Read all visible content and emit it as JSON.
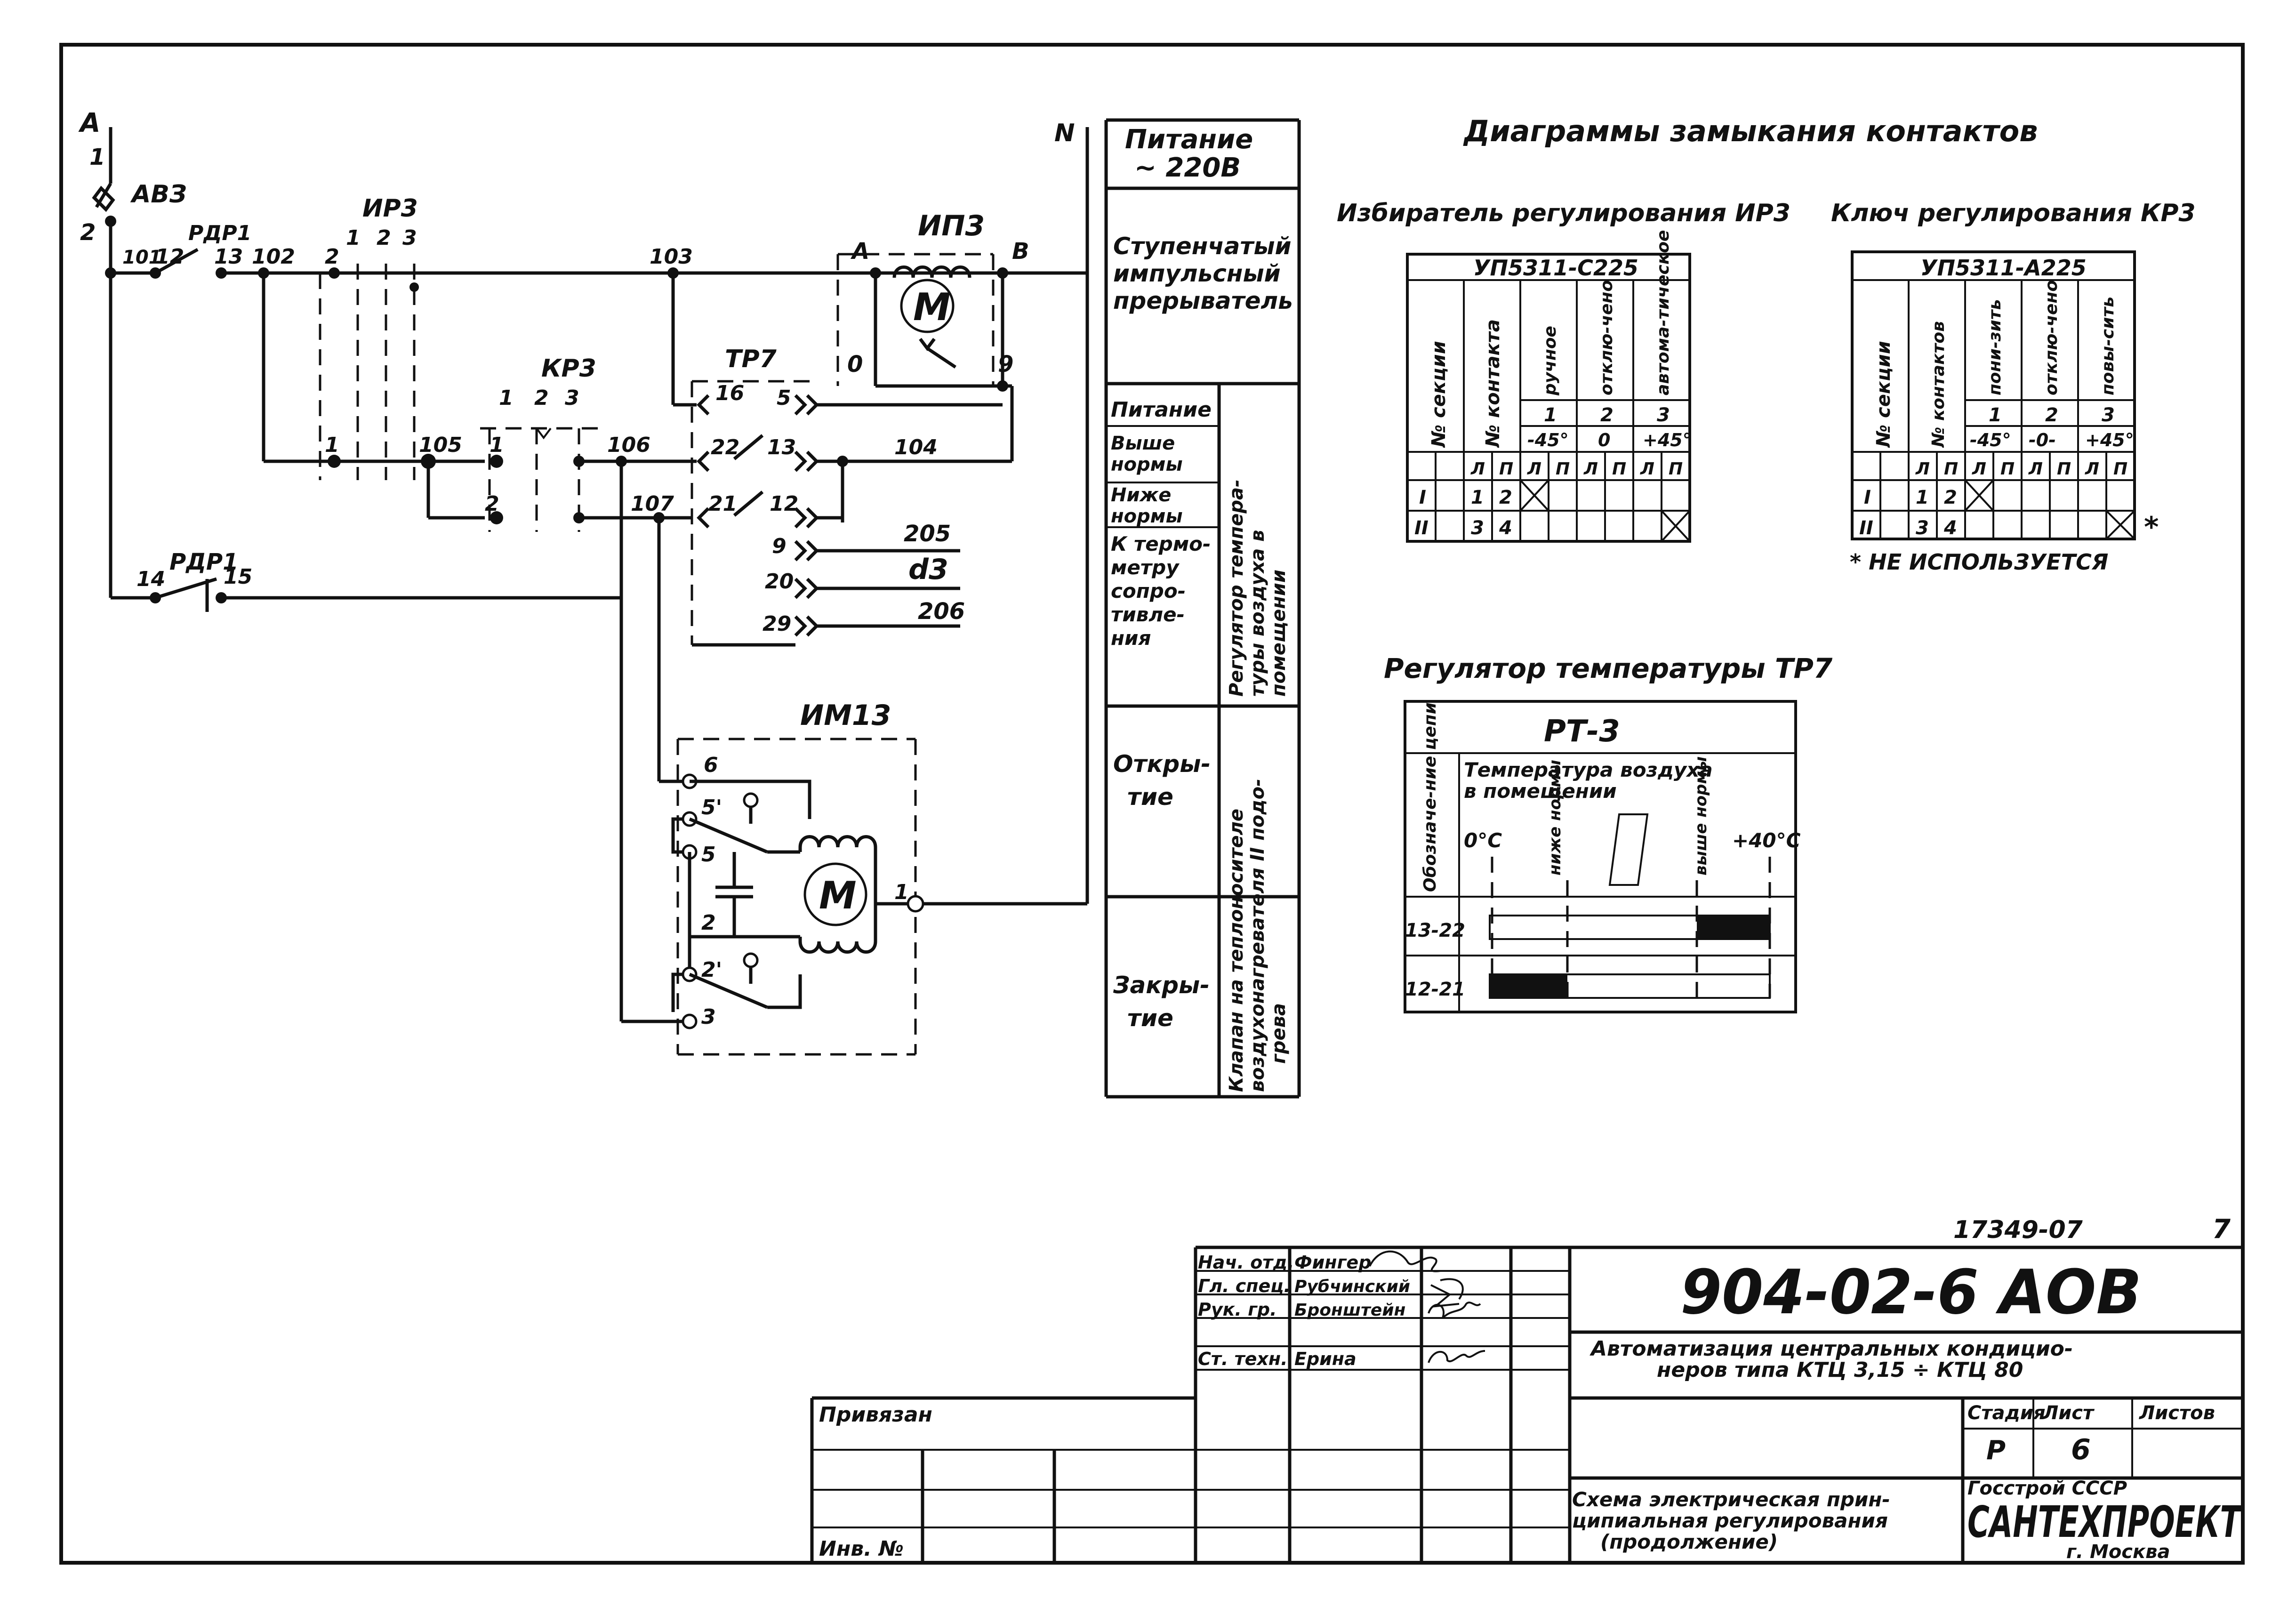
{
  "schematic": {
    "labels": {
      "phase_a": "A",
      "phase_a_num": "1",
      "breaker_av3": "АВЗ",
      "breaker_num": "2",
      "rdr1_top": "РДР1",
      "rdr1_bottom": "РДР1",
      "wire_101": "101",
      "wire_12": "12",
      "wire_13": "13",
      "wire_102": "102",
      "ir3": "ИР3",
      "ir3_1": "1",
      "ir3_2": "2",
      "ir3_3": "3",
      "wire_2": "2",
      "wire_103": "103",
      "wire_105": "105",
      "wire_1": "1",
      "neutral": "N",
      "ip3": "ИП3",
      "ip3_a": "А",
      "ip3_b": "В",
      "ip3_0": "0",
      "ip3_9": "9",
      "kr3": "КР3",
      "kr3_1": "1",
      "kr3_2": "2",
      "kr3_3": "3",
      "kr3_in1": "1",
      "kr3_in2": "2",
      "wire_106": "106",
      "wire_107": "107",
      "tr7": "ТР7",
      "tr7_16": "16",
      "tr7_22": "22",
      "tr7_21": "21",
      "tr7_5": "5",
      "tr7_13": "13",
      "tr7_12": "12",
      "tr7_9": "9",
      "tr7_20": "20",
      "tr7_29": "29",
      "wire_104": "104",
      "wire_205": "205",
      "wire_d3": "d3",
      "wire_206": "206",
      "rdr1_14": "14",
      "rdr1_15": "15",
      "im13": "ИМ13",
      "im13_6": "6",
      "im13_5p": "5'",
      "im13_5": "5",
      "im13_2": "2",
      "im13_2p": "2'",
      "im13_3": "3",
      "im13_1": "1",
      "motor": "M"
    },
    "side_column": {
      "power_supply": [
        "Питание",
        "~ 220В"
      ],
      "stepper": [
        "Ступенчатый",
        "импульсный",
        "прерыватель"
      ],
      "regulator_rows": [
        [
          "Питание"
        ],
        [
          "Выше",
          "нормы"
        ],
        [
          "Ниже",
          "нормы"
        ],
        [
          "К термо-",
          "метру",
          "сопро-",
          "тивле-",
          "ния"
        ]
      ],
      "regulator_title": [
        "Регулятор темпера-",
        "туры воздуха в",
        "помещении"
      ],
      "valve_rows": [
        [
          "Откры-",
          "тие"
        ],
        [
          "Закры-",
          "тие"
        ]
      ],
      "valve_title": [
        "Клапан на теплоносителе",
        "воздухонагревателя II подо-",
        "грева"
      ]
    }
  },
  "diagrams": {
    "title": "Диаграммы замыкания контактов",
    "selector_ir3": {
      "title": "Избиратель регулирования ИР3",
      "model": "УП5311-С225",
      "col_section": "№ секции",
      "col_contact": "№ контакта",
      "positions": [
        "ручное",
        "отклю-чено",
        "автома-тическое"
      ],
      "position_nums": [
        "1",
        "2",
        "3"
      ],
      "angles": [
        "-45°",
        "0",
        "+45°"
      ],
      "lr": [
        "Л",
        "П"
      ],
      "rows": [
        {
          "section": "I",
          "contacts": [
            "1",
            "2"
          ]
        },
        {
          "section": "II",
          "contacts": [
            "3",
            "4"
          ]
        }
      ]
    },
    "key_kr3": {
      "title": "Ключ регулирования КР3",
      "model": "УП5311-А225",
      "col_section": "№ секции",
      "col_contact": "№ контактов",
      "positions": [
        "пони-зить",
        "отклю-чено",
        "повы-сить"
      ],
      "position_nums": [
        "1",
        "2",
        "3"
      ],
      "angles": [
        "-45°",
        "-0-",
        "+45°"
      ],
      "lr": [
        "Л",
        "П"
      ],
      "rows": [
        {
          "section": "I",
          "contacts": [
            "1",
            "2"
          ]
        },
        {
          "section": "II",
          "contacts": [
            "3",
            "4"
          ]
        }
      ],
      "asterisk": "*",
      "footnote": "* НЕ ИСПОЛЬЗУЕТСЯ"
    },
    "regulator_tr7": {
      "title": "Регулятор температуры ТР7",
      "model": "РТ-3",
      "col_circuit": "Обозначе-ние цепи",
      "header": [
        "Температура воздуха",
        "в помещении"
      ],
      "scale": [
        "0°C",
        "ниже нормы",
        "выше нормы",
        "+40°C"
      ],
      "rows": [
        "13-22",
        "12-21"
      ]
    }
  },
  "title_block": {
    "doc_code": "17349-07",
    "page_num": "7",
    "project_code": "904-02-6   АОВ",
    "project_desc": [
      "Автоматизация центральных кондицио-",
      "неров типа КТЦ 3,15 ÷ КТЦ 80"
    ],
    "drawing_title": [
      "Схема электрическая прин-",
      "ципиальная регулирования",
      "(продолжение)"
    ],
    "stage_label": "Стадия",
    "sheet_label": "Лист",
    "sheets_label": "Листов",
    "stage": "Р",
    "sheet": "6",
    "org_top": "Госстрой          СССР",
    "org_name": "САНТЕХПРОЕКТ",
    "org_city": "г. Москва",
    "bound": "Привязан",
    "inv": "Инв. №",
    "staff": [
      {
        "role": "Нач. отд.",
        "name": "Фингер"
      },
      {
        "role": "Гл. спец.",
        "name": "Рубчинский"
      },
      {
        "role": "Рук. гр.",
        "name": "Бронштейн"
      },
      {
        "role": "Ст. техн.",
        "name": "Ерина"
      }
    ]
  }
}
